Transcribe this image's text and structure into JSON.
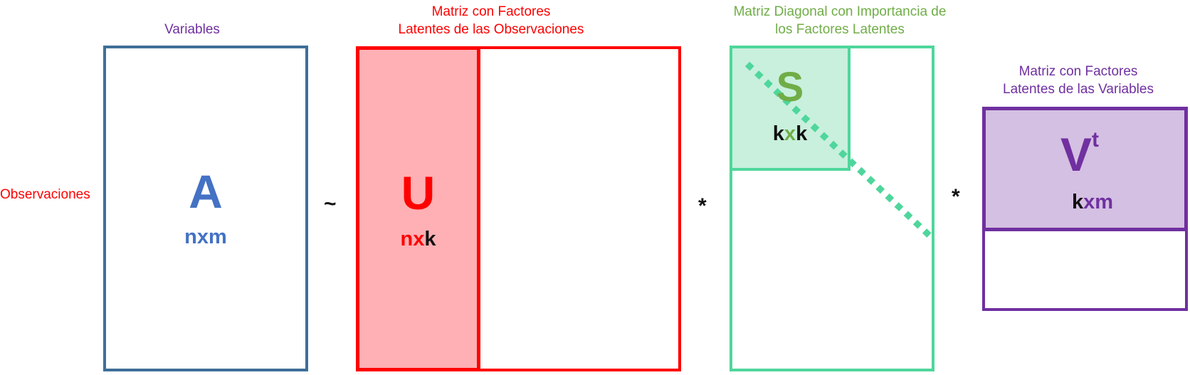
{
  "labels": {
    "variables": "Variables",
    "observations": "Observaciones",
    "u_title_line1": "Matriz con Factores",
    "u_title_line2": "Latentes de las Observaciones",
    "s_title_line1": "Matriz  Diagonal con Importancia de",
    "s_title_line2": "los Factores Latentes",
    "v_title_line1": "Matriz con Factores",
    "v_title_line2": "Latentes de las Variables"
  },
  "operators": {
    "approx": "~",
    "mult1": "*",
    "mult2": "*"
  },
  "matrices": {
    "a": {
      "name": "A",
      "dim": "nxm"
    },
    "u": {
      "name": "U",
      "dim_n": "nx",
      "dim_k": "k"
    },
    "s": {
      "name": "S",
      "dim_k1": "k",
      "dim_x": "x",
      "dim_k2": "k"
    },
    "v": {
      "name": "V",
      "sup": "t",
      "dim_k": "k",
      "dim_xm": "xm"
    }
  },
  "colors": {
    "blue": "#3f6f98",
    "blue_text": "#4472c4",
    "red": "#ff0000",
    "red_fill": "#ffb0b4",
    "green": "#4fd69c",
    "green_fill": "#c8f0dd",
    "green_text": "#70ad47",
    "purple": "#7030a0",
    "purple_fill": "#d4c0e2"
  }
}
